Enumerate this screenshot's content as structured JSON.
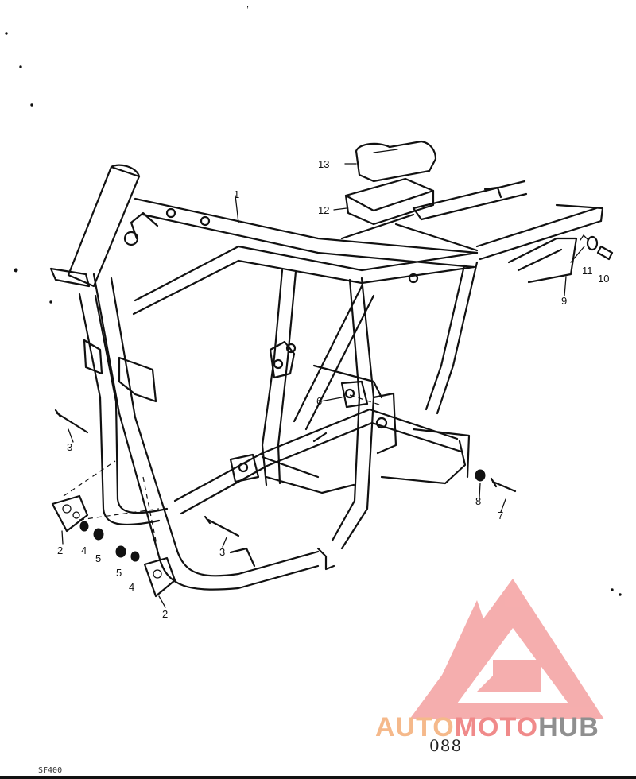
{
  "diagram": {
    "part_labels": [
      {
        "id": "1",
        "text": "1"
      },
      {
        "id": "2a",
        "text": "2"
      },
      {
        "id": "2b",
        "text": "2"
      },
      {
        "id": "3a",
        "text": "3"
      },
      {
        "id": "3b",
        "text": "3"
      },
      {
        "id": "4a",
        "text": "4"
      },
      {
        "id": "4b",
        "text": "4"
      },
      {
        "id": "5a",
        "text": "5"
      },
      {
        "id": "5b",
        "text": "5"
      },
      {
        "id": "6",
        "text": "6"
      },
      {
        "id": "7",
        "text": "7"
      },
      {
        "id": "8",
        "text": "8"
      },
      {
        "id": "9",
        "text": "9"
      },
      {
        "id": "10",
        "text": "10"
      },
      {
        "id": "11",
        "text": "11"
      },
      {
        "id": "12",
        "text": "12"
      },
      {
        "id": "13",
        "text": "13"
      }
    ],
    "page_number": "088",
    "figure_code": "SF400"
  },
  "watermark": {
    "part1": "AUTO",
    "part2": "MOTO",
    "part3": "HUB",
    "colors": {
      "auto": "#f5b98b",
      "moto": "#f08a8a",
      "hub": "#8f8f8f",
      "logo": "#f4a0a0"
    }
  }
}
